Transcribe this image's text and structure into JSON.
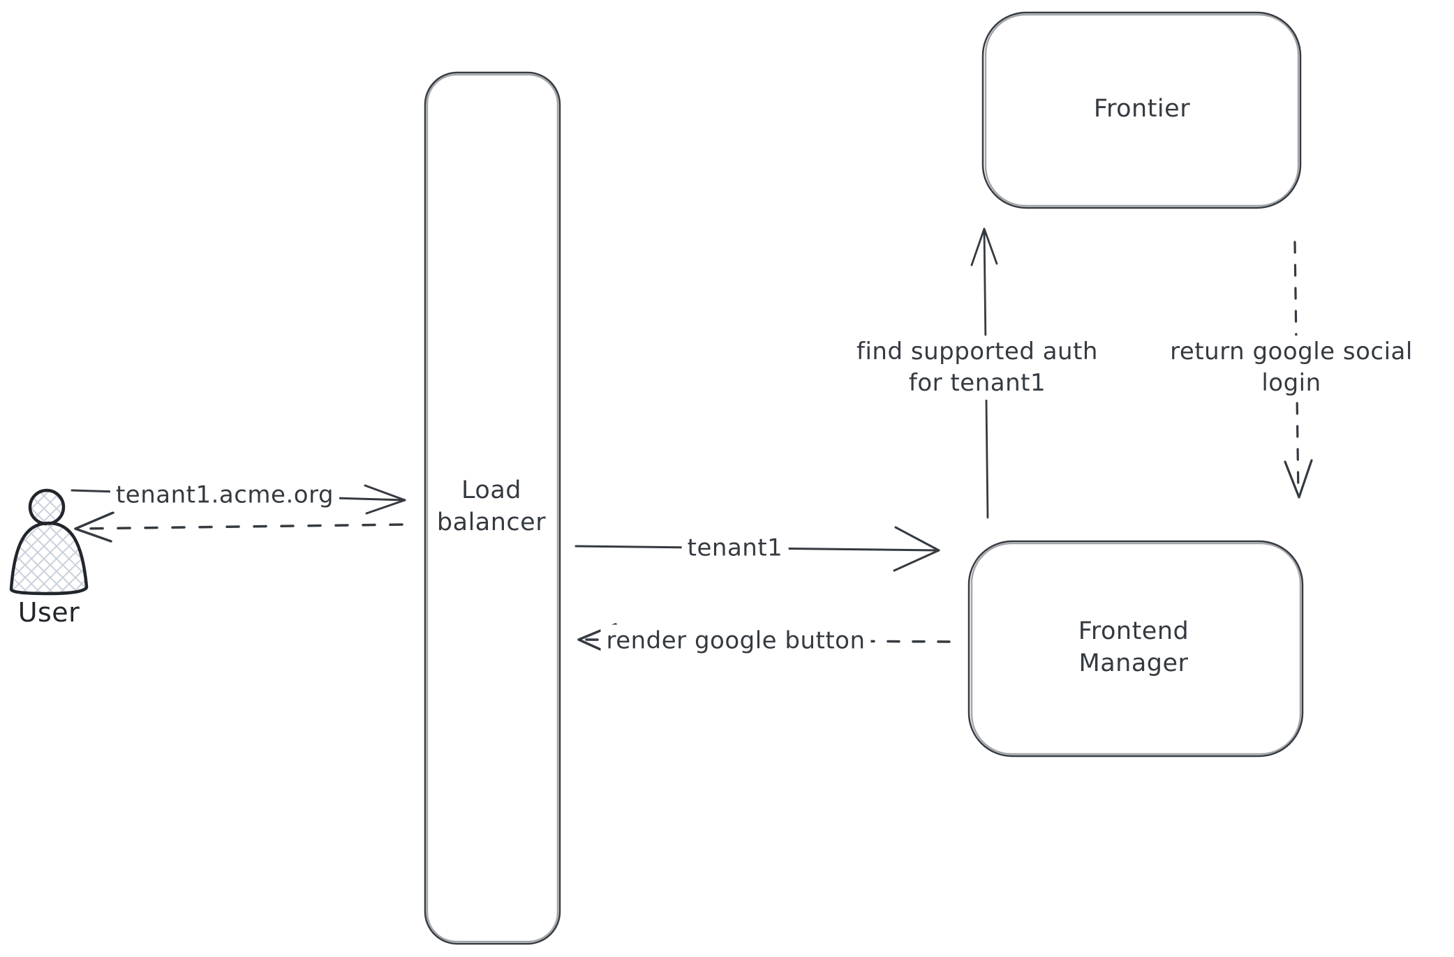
{
  "colors": {
    "stroke": "#343a40",
    "person_stroke": "#22262b",
    "hatch_fill": "#c9d1dc",
    "background": "#ffffff"
  },
  "diagram": {
    "type": "architecture-sequence-diagram",
    "nodes": {
      "user": {
        "label": "User"
      },
      "load_balancer": {
        "line1": "Load",
        "line2": "balancer"
      },
      "frontier": {
        "label": "Frontier"
      },
      "frontend_manager": {
        "line1": "Frontend",
        "line2": "Manager"
      }
    },
    "edges": {
      "user_to_load_balancer": {
        "label": "tenant1.acme.org",
        "style": "solid",
        "direction": "right"
      },
      "load_balancer_to_user": {
        "label": "",
        "style": "dashed",
        "direction": "left"
      },
      "load_balancer_to_frontend_manager": {
        "label": "tenant1",
        "style": "solid",
        "direction": "right"
      },
      "frontend_manager_to_load_balancer": {
        "label": "render google button",
        "style": "dashed",
        "direction": "left"
      },
      "frontend_manager_to_frontier": {
        "line1": "find supported auth",
        "line2": "for tenant1",
        "style": "solid",
        "direction": "up"
      },
      "frontier_to_frontend_manager": {
        "line1": "return google social",
        "line2": "login",
        "style": "dashed",
        "direction": "down"
      }
    }
  }
}
